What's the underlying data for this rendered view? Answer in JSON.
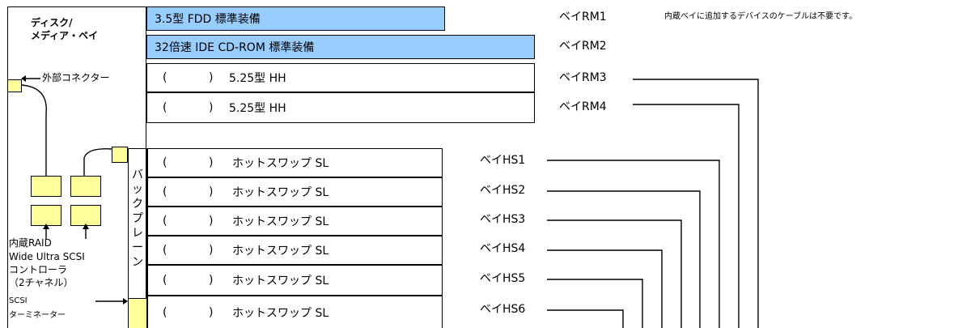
{
  "section_title_line1": "ディスク/",
  "section_title_line2": "メディア・ベイ",
  "note": "内蔵ベイに追加するデバイスのケーブルは不要です。",
  "external_connector": "外部コネクター",
  "bays": [
    {
      "label": "3.5型 FDD 標準装備",
      "bay": "ベイRM1",
      "standard": true
    },
    {
      "label": "32倍速 IDE CD-ROM 標準装備",
      "bay": "ベイRM2",
      "standard": true
    },
    {
      "paren_open": "(",
      "paren_close": ")",
      "label": "5.25型 HH",
      "bay": "ベイRM3",
      "standard": false
    },
    {
      "paren_open": "(",
      "paren_close": ")",
      "label": "5.25型 HH",
      "bay": "ベイRM4",
      "standard": false
    }
  ],
  "backplane_chars": [
    "バ",
    "ッ",
    "ク",
    "プ",
    "レ",
    "ー",
    "ン"
  ],
  "hotswap": [
    {
      "paren_open": "(",
      "paren_close": ")",
      "label": "ホットスワップ SL",
      "bay": "ベイHS1"
    },
    {
      "paren_open": "(",
      "paren_close": ")",
      "label": "ホットスワップ SL",
      "bay": "ベイHS2"
    },
    {
      "paren_open": "(",
      "paren_close": ")",
      "label": "ホットスワップ SL",
      "bay": "ベイHS3"
    },
    {
      "paren_open": "(",
      "paren_close": ")",
      "label": "ホットスワップ SL",
      "bay": "ベイHS4"
    },
    {
      "paren_open": "(",
      "paren_close": ")",
      "label": "ホットスワップ SL",
      "bay": "ベイHS5"
    },
    {
      "paren_open": "(",
      "paren_close": ")",
      "label": "ホットスワップ SL",
      "bay": "ベイHS6"
    }
  ],
  "raid_line1": "内蔵RAID",
  "raid_line2": "Wide Ultra SCSI",
  "raid_line3": "コントローラ",
  "raid_line4": "（2チャネル）",
  "scsi_term_line1": "SCSI",
  "scsi_term_line2": "ターミネーター",
  "colors": {
    "standard_bay": "#99ccff",
    "connector": "#ffff99"
  }
}
